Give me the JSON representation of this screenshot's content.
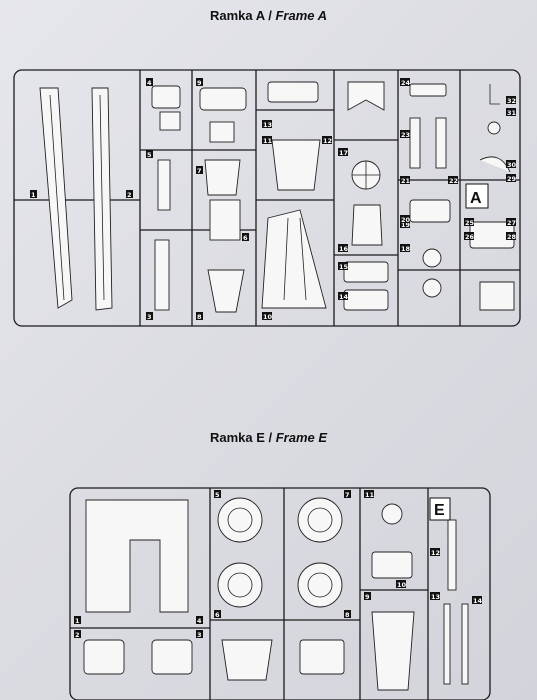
{
  "frame_a": {
    "title_pl": "Ramka A",
    "separator": " / ",
    "title_en": "Frame A",
    "letter": "A",
    "part_numbers": [
      "1",
      "2",
      "3",
      "4",
      "5",
      "6",
      "7",
      "8",
      "9",
      "10",
      "11",
      "12",
      "13",
      "14",
      "15",
      "16",
      "17",
      "18",
      "19",
      "20",
      "21",
      "22",
      "23",
      "24",
      "25",
      "26",
      "27",
      "28",
      "29",
      "30",
      "31",
      "32"
    ]
  },
  "frame_e": {
    "title_pl": "Ramka E",
    "separator": " / ",
    "title_en": "Frame E",
    "letter": "E",
    "part_numbers": [
      "1",
      "2",
      "3",
      "4",
      "5",
      "6",
      "7",
      "8",
      "9",
      "10",
      "11",
      "12",
      "13",
      "14"
    ]
  }
}
